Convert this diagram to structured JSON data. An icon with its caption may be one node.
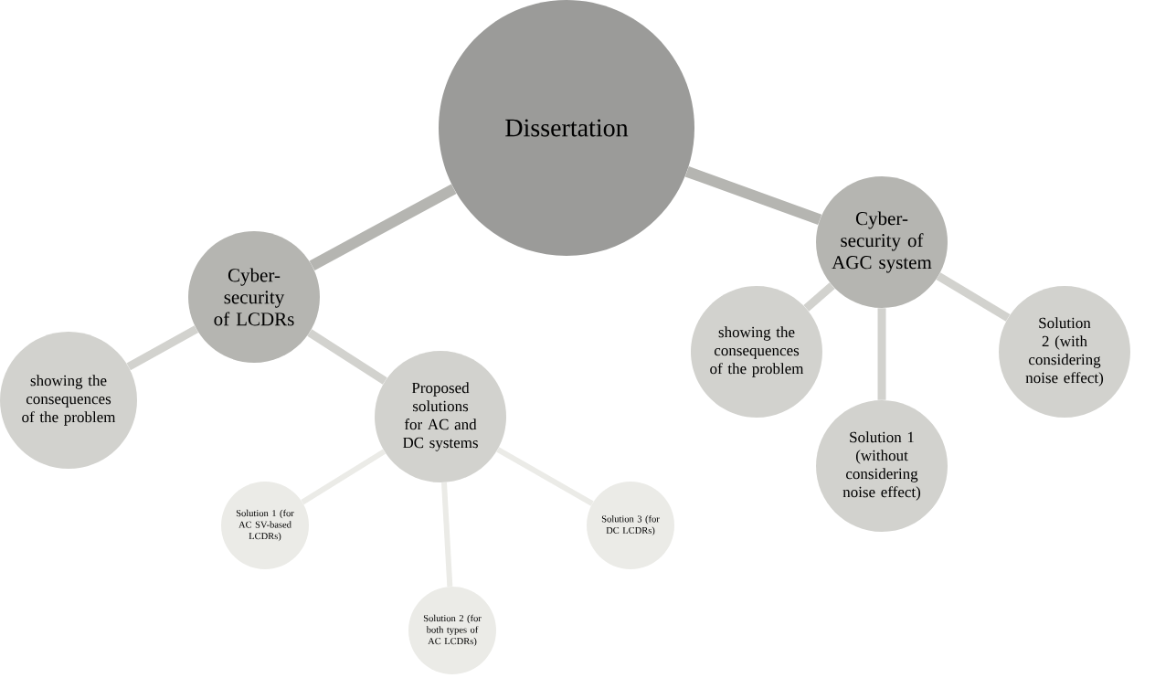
{
  "diagram": {
    "nodes": [
      {
        "text": [
          "Dissertation"
        ]
      },
      {
        "text": [
          "Cyber-security of LCDRs"
        ]
      },
      {
        "text": [
          "showing the consequences of the problem"
        ]
      },
      {
        "text": [
          "Proposed solutions for AC and DC systems"
        ]
      },
      {
        "text": [
          "Solution 1 (for AC SV-based LCDRs)"
        ]
      },
      {
        "text": [
          "Solution 2 (for both types of AC LCDRs)"
        ]
      },
      {
        "text": [
          "Solution 3 (for DC LCDRs)"
        ]
      },
      {
        "text": [
          "Cyber-security of AGC system"
        ]
      },
      {
        "text": [
          "showing the consequences of the problem"
        ]
      },
      {
        "text": [
          "Solution 1 (without considering noise effect)"
        ]
      },
      {
        "text": [
          "Solution 2 (with considering noise effect)"
        ]
      }
    ],
    "edges": [
      {
        "from": 0,
        "to": 1,
        "arrow": "none"
      },
      {
        "from": 1,
        "to": 2,
        "arrow": "none"
      },
      {
        "from": 1,
        "to": 3,
        "arrow": "none"
      },
      {
        "from": 3,
        "to": 4,
        "arrow": "none"
      },
      {
        "from": 3,
        "to": 5,
        "arrow": "none"
      },
      {
        "from": 3,
        "to": 6,
        "arrow": "none"
      },
      {
        "from": 0,
        "to": 7,
        "arrow": "none"
      },
      {
        "from": 7,
        "to": 8,
        "arrow": "none"
      },
      {
        "from": 7,
        "to": 9,
        "arrow": "none"
      },
      {
        "from": 7,
        "to": 10,
        "arrow": "none"
      }
    ]
  }
}
